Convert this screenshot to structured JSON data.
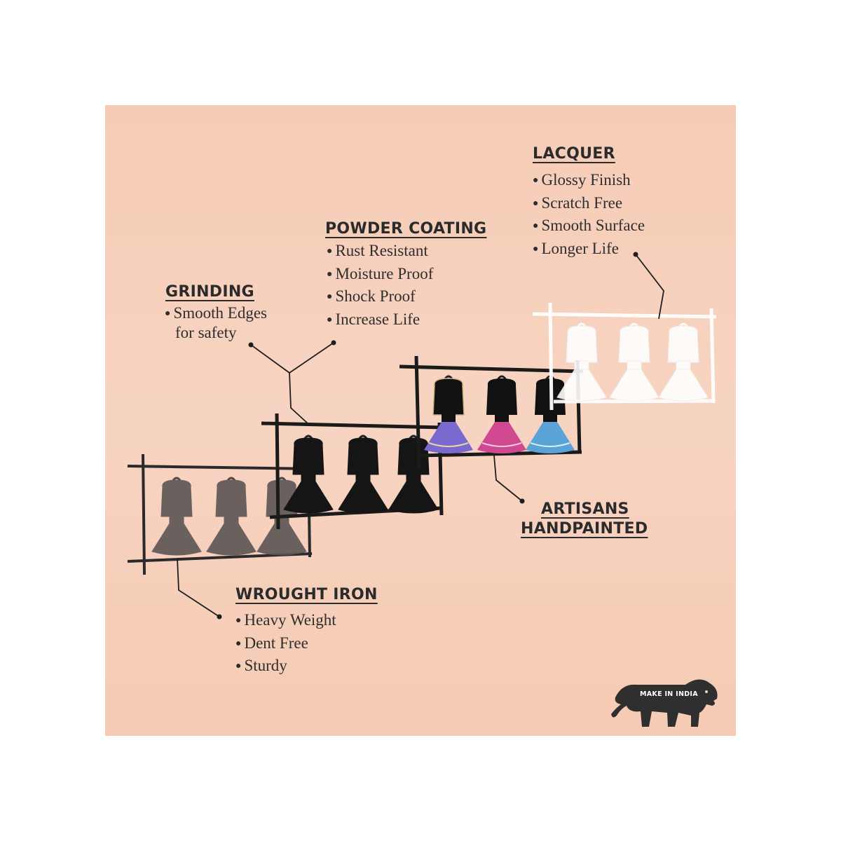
{
  "sections": {
    "lacquer": {
      "title": "LACQUER",
      "items": [
        "Glossy Finish",
        "Scratch Free",
        "Smooth Surface",
        "Longer Life"
      ]
    },
    "powder_coating": {
      "title": "POWDER COATING",
      "items": [
        "Rust Resistant",
        "Moisture Proof",
        "Shock Proof",
        "Increase Life"
      ]
    },
    "grinding": {
      "title": "GRINDING",
      "items": [
        "Smooth Edges",
        "for safety"
      ]
    },
    "artisans": {
      "title_line1": "ARTISANS",
      "title_line2": "HANDPAINTED"
    },
    "wrought_iron": {
      "title": "WROUGHT IRON",
      "items": [
        "Heavy Weight",
        "Dent Free",
        "Sturdy"
      ]
    }
  },
  "badge": {
    "text": "MAKE IN INDIA"
  },
  "icons": {
    "bullet": "bullet-dot",
    "logo": "lion-icon"
  },
  "colors": {
    "background": "#f6cfbb",
    "text": "#2b2b2b",
    "frame": "#1c1c1c",
    "accent_pink": "#d0488f",
    "accent_purple": "#7a6ad0",
    "accent_blue": "#5aa3d6"
  }
}
